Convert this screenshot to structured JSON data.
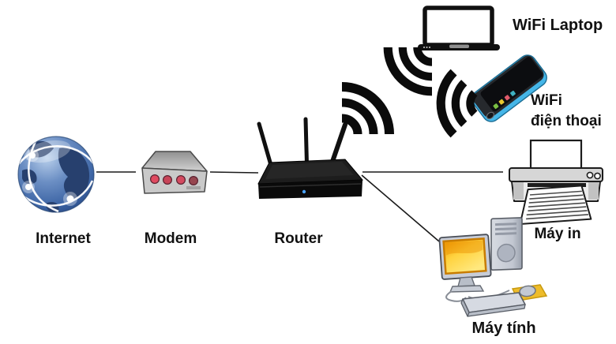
{
  "diagram": {
    "background": "#ffffff",
    "nodes": {
      "internet": {
        "label": "Internet",
        "type": "globe"
      },
      "modem": {
        "label": "Modem",
        "type": "modem"
      },
      "router": {
        "label": "Router",
        "type": "wireless-router"
      },
      "laptop": {
        "label": "WiFi Laptop",
        "type": "laptop"
      },
      "phone": {
        "label_line1": "WiFi",
        "label_line2": "điện thoại",
        "type": "smartphone"
      },
      "printer": {
        "label": "Máy in",
        "type": "printer"
      },
      "computer": {
        "label": "Máy tính",
        "type": "desktop-pc"
      }
    },
    "connections": [
      {
        "from": "internet",
        "to": "modem",
        "kind": "wired"
      },
      {
        "from": "modem",
        "to": "router",
        "kind": "wired"
      },
      {
        "from": "router",
        "to": "printer",
        "kind": "wired"
      },
      {
        "from": "router",
        "to": "computer",
        "kind": "wired"
      },
      {
        "from": "router",
        "to": "laptop",
        "kind": "wifi"
      },
      {
        "from": "router",
        "to": "phone",
        "kind": "wifi"
      }
    ],
    "colors": {
      "line": "#1a1a1a",
      "label_text": "#111111",
      "wifi_glyph": "#0b0b0b",
      "globe_ocean": "#4a73b2",
      "globe_land": "#27406e",
      "modem_body": "#c9c9c9",
      "modem_led": "#d94b62",
      "router_body": "#141414",
      "router_led": "#4aa3ff",
      "phone_accent": "#45b6e8",
      "monitor_screen": "#ffb400",
      "mousepad": "#eebc2a"
    }
  }
}
